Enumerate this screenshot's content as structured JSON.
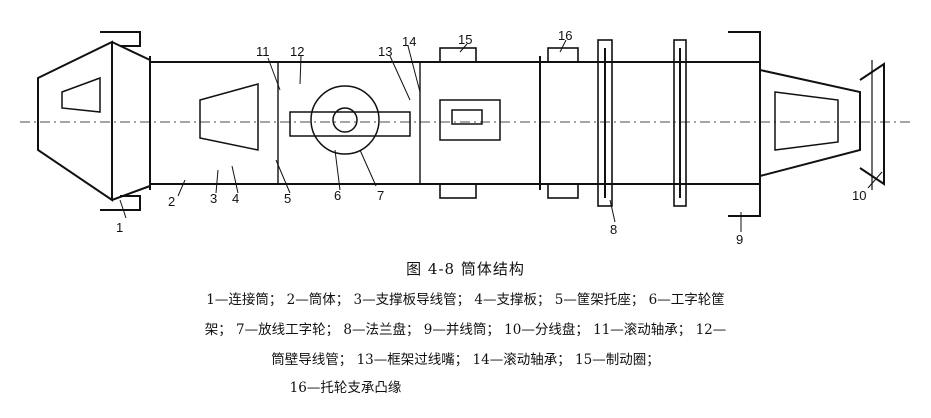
{
  "figure": {
    "callouts": [
      "1",
      "2",
      "3",
      "4",
      "5",
      "6",
      "7",
      "8",
      "9",
      "10",
      "11",
      "12",
      "13",
      "14",
      "15",
      "16"
    ],
    "caption_title": "图 4-8   筒体结构",
    "legend_lines": [
      "1—连接筒； 2—筒体； 3—支撑板导线管； 4—支撑板； 5—筐架托座； 6—工字轮筐",
      "架； 7—放线工字轮； 8—法兰盘； 9—并线筒； 10—分线盘； 11—滚动轴承； 12—",
      "筒壁导线管； 13—框架过线嘴； 14—滚动轴承； 15—制动圈；",
      "16—托轮支承凸缘"
    ]
  }
}
